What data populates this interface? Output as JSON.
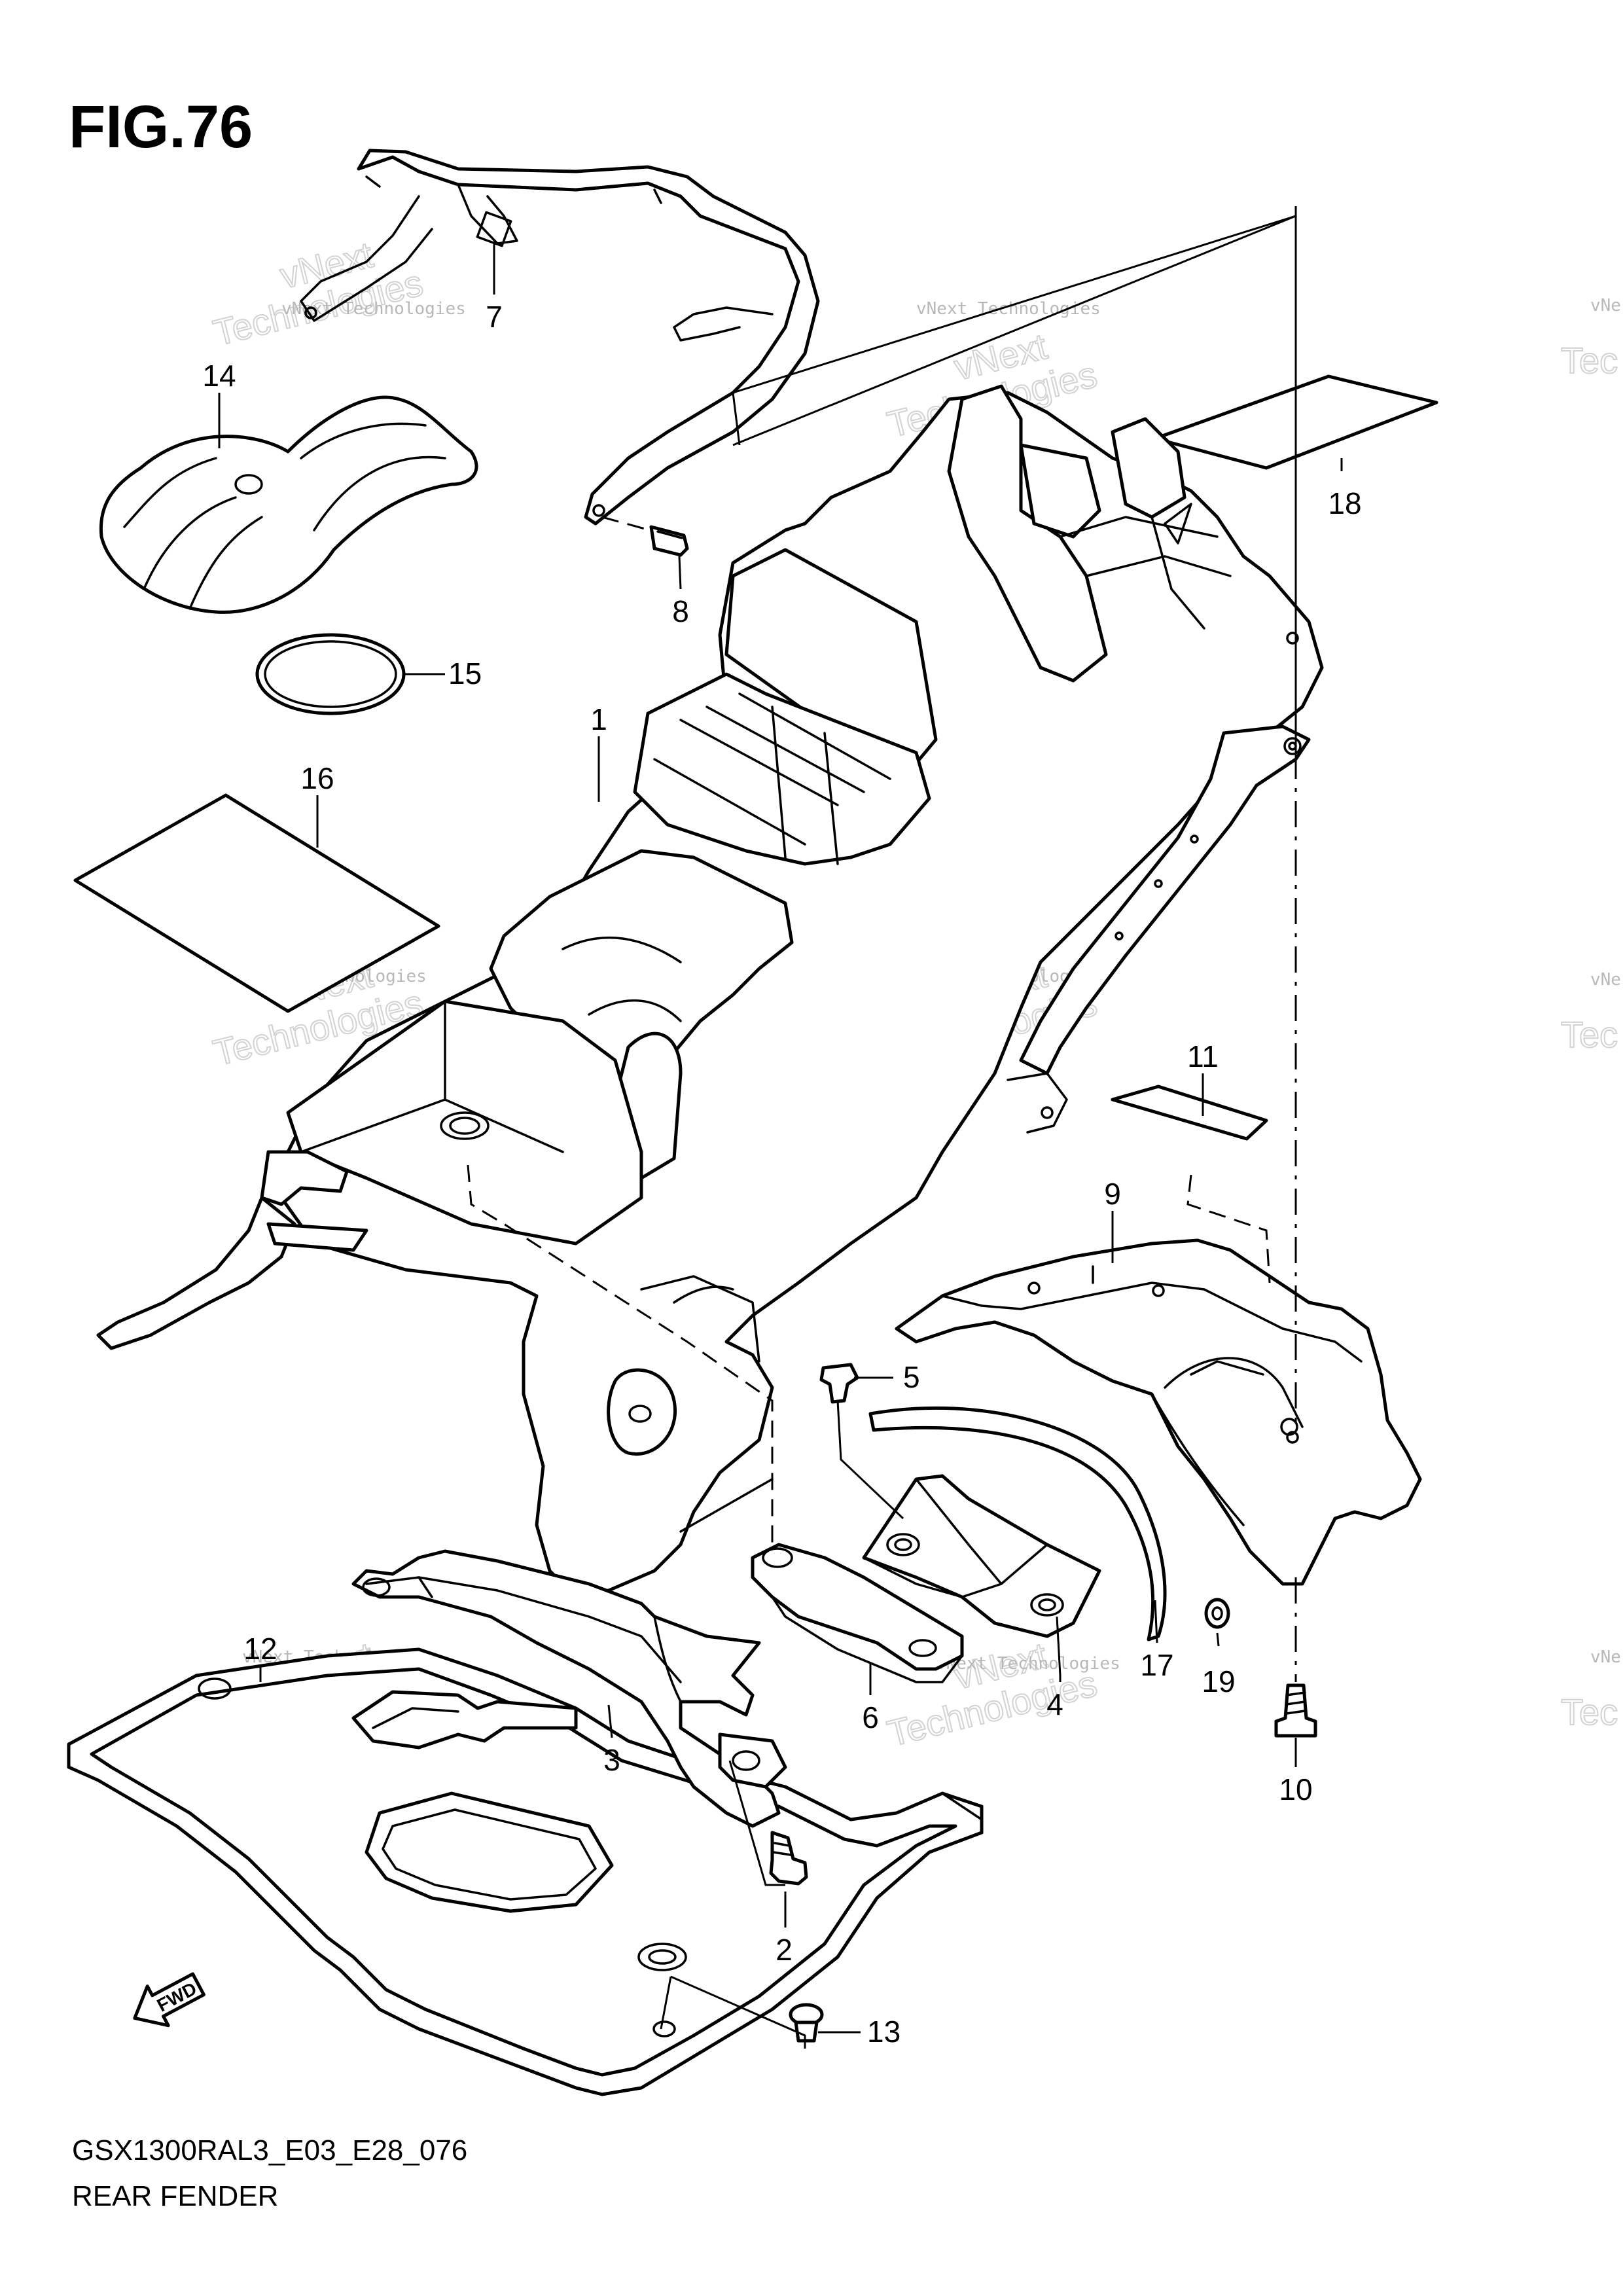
{
  "figure": {
    "title": "FIG.76",
    "code": "GSX1300RAL3_E03_E28_076",
    "caption": "REAR FENDER"
  },
  "watermark": {
    "line1": "vNext Technologies",
    "line2": "vNext",
    "line3": "Technologies",
    "edge_fragment_1": "vNe",
    "edge_fragment_2": "Tec"
  },
  "fwd_label": "FWD",
  "callouts": [
    "1",
    "2",
    "3",
    "4",
    "5",
    "6",
    "7",
    "8",
    "9",
    "10",
    "11",
    "12",
    "13",
    "14",
    "15",
    "16",
    "17",
    "18",
    "19"
  ]
}
